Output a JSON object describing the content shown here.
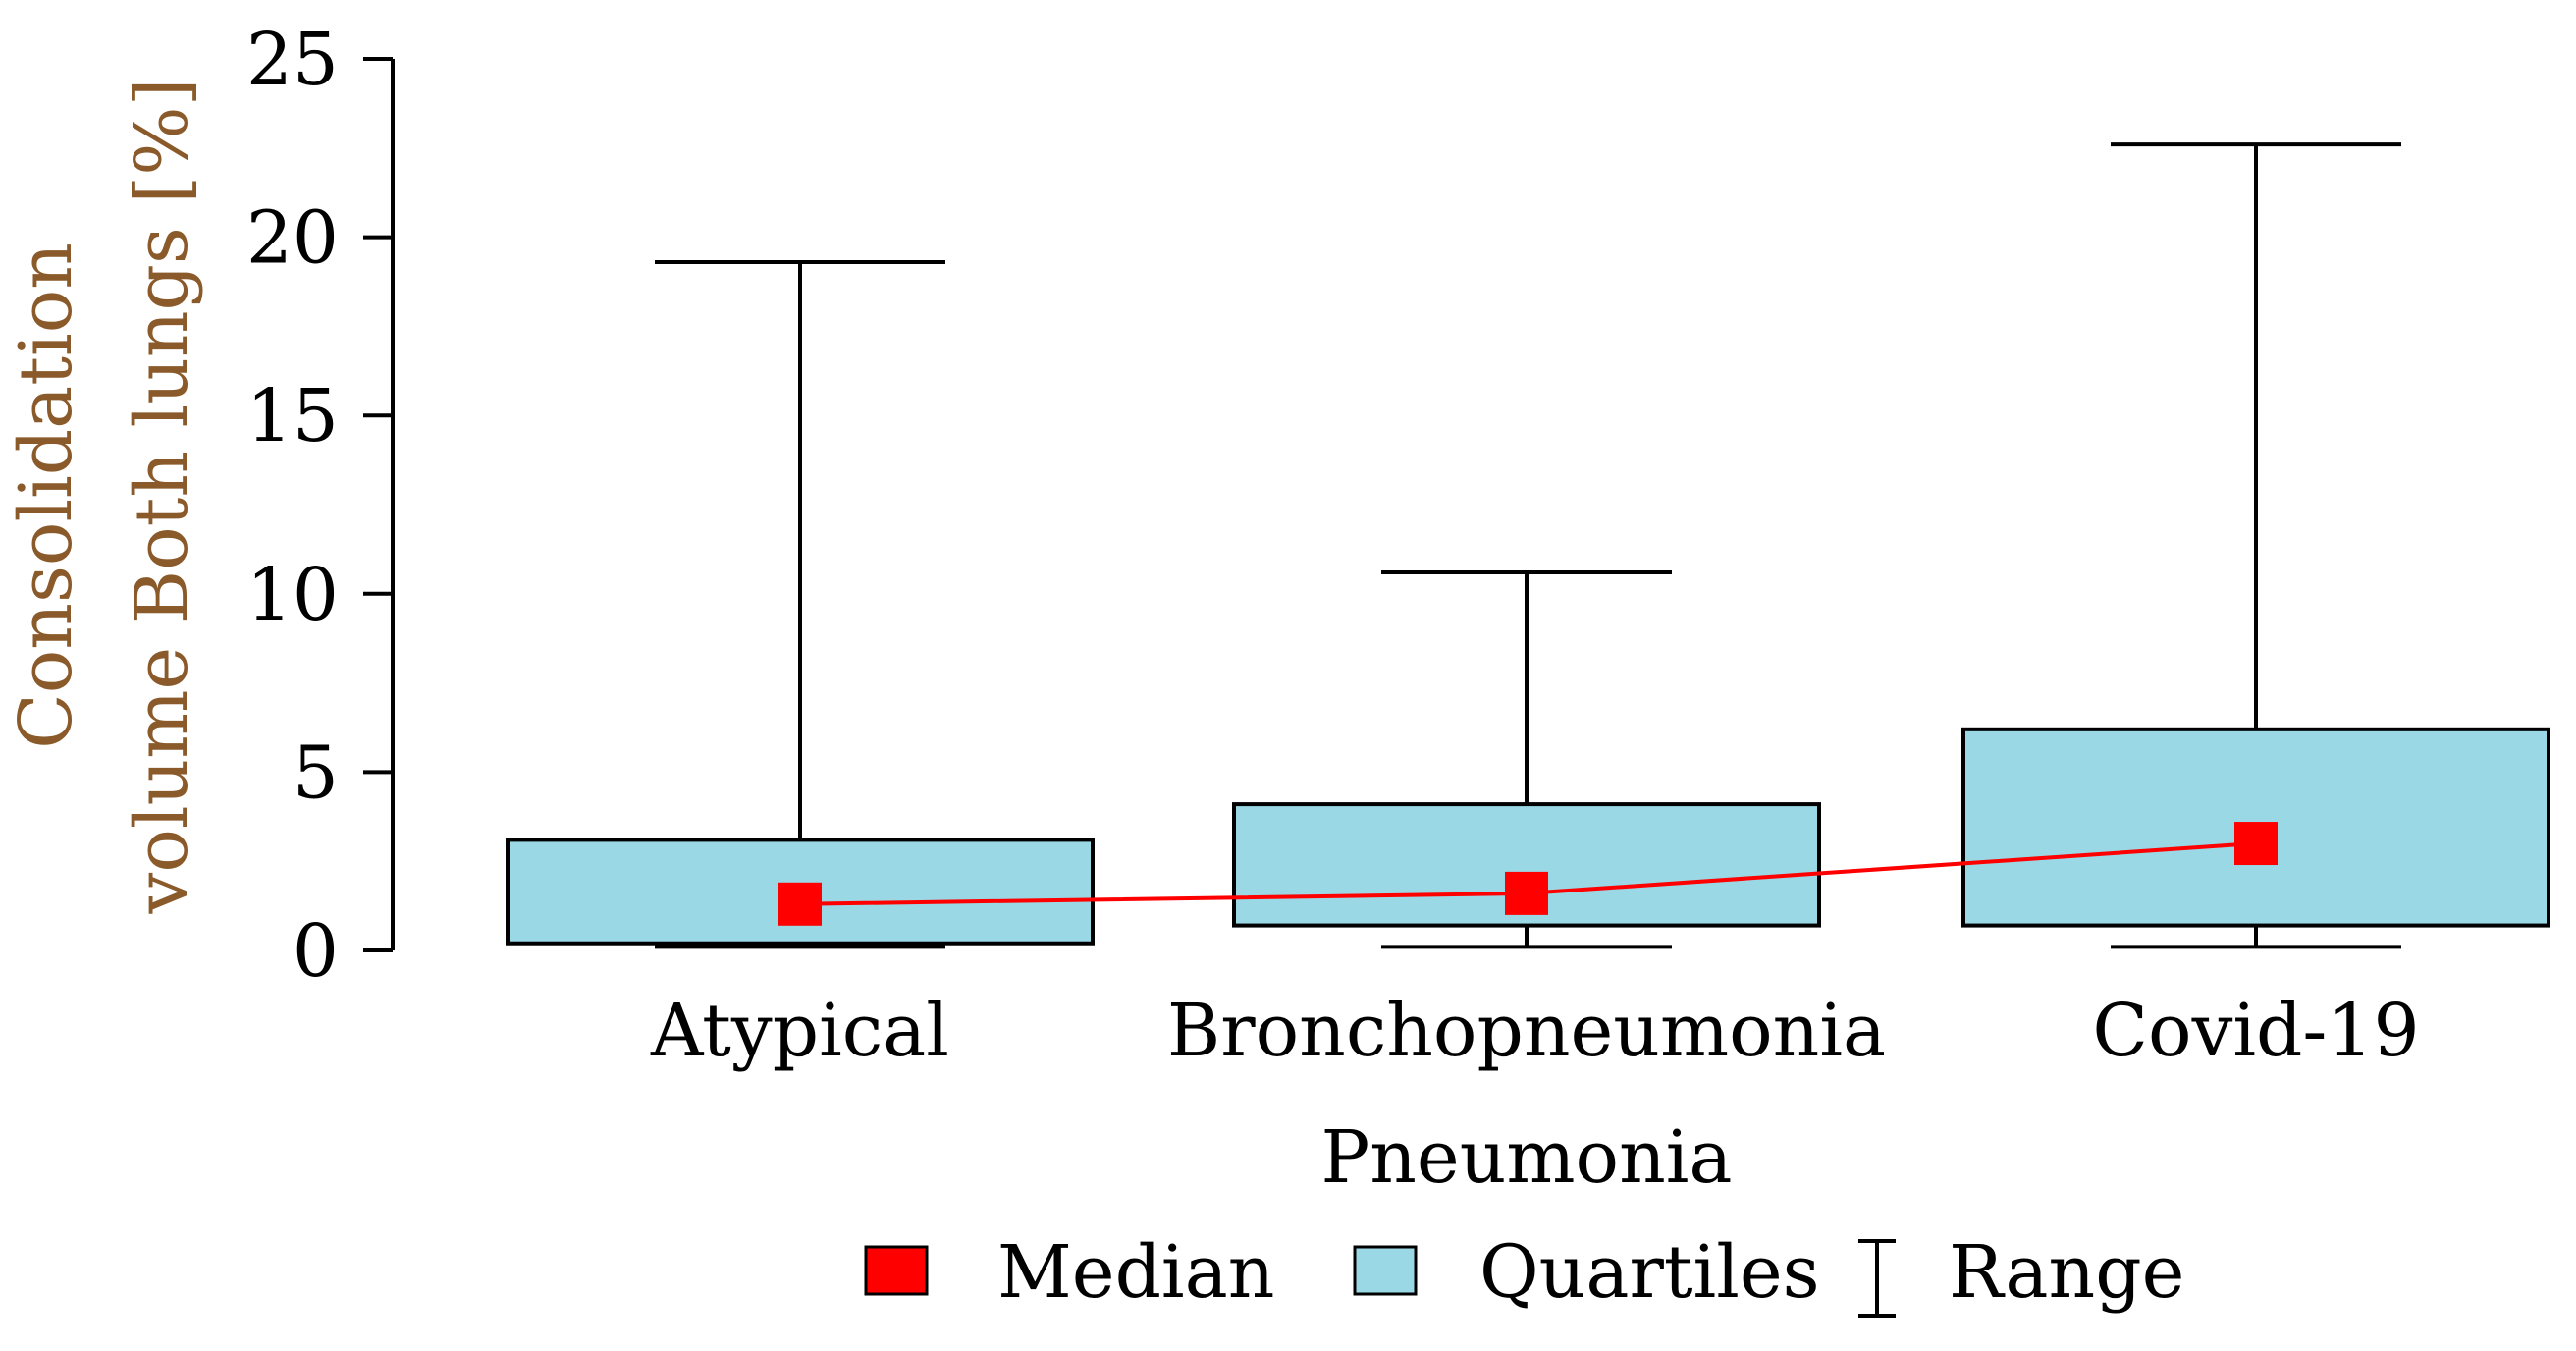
{
  "chart_data": {
    "type": "boxplot",
    "xlabel": "Pneumonia",
    "ylabel_lines": [
      "Consolidation",
      "volume Both lungs [%]"
    ],
    "categories": [
      "Atypical",
      "Bronchopneumonia",
      "Covid-19"
    ],
    "yticks": [
      0,
      5,
      10,
      15,
      20,
      25
    ],
    "ylim": [
      0,
      25
    ],
    "boxes": [
      {
        "min": 0.1,
        "q1": 0.2,
        "median": 1.3,
        "q3": 3.1,
        "max": 19.3
      },
      {
        "min": 0.1,
        "q1": 0.7,
        "median": 1.6,
        "q3": 4.1,
        "max": 10.6
      },
      {
        "min": 0.1,
        "q1": 0.7,
        "median": 3.0,
        "q3": 6.2,
        "max": 22.6
      }
    ],
    "legend": {
      "position": "bottom",
      "median": "Median",
      "quartiles": "Quartiles",
      "range": "Range"
    },
    "colors": {
      "median": "#ff0000",
      "box_fill": "#9ad8e6",
      "median_line": "#ff0000",
      "ylabel": "#8a5a2a"
    },
    "grid": false
  }
}
